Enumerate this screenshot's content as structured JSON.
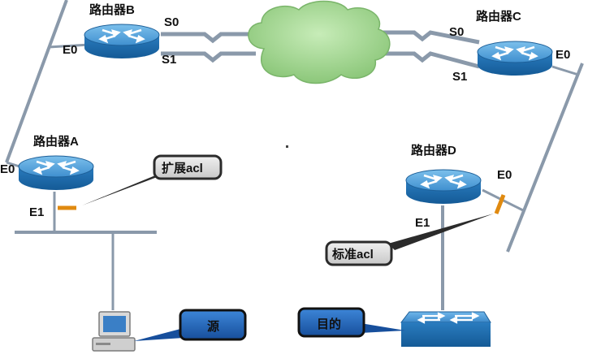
{
  "routers": {
    "a": {
      "name": "路由器A",
      "ports": [
        "E0",
        "E1"
      ]
    },
    "b": {
      "name": "路由器B",
      "ports": [
        "E0",
        "S0",
        "S1"
      ]
    },
    "c": {
      "name": "路由器C",
      "ports": [
        "S0",
        "S1",
        "E0"
      ]
    },
    "d": {
      "name": "路由器D",
      "ports": [
        "E0",
        "E1"
      ]
    }
  },
  "callouts": {
    "extended_acl": "扩展acl",
    "standard_acl": "标准acl",
    "source": "源",
    "destination": "目的"
  },
  "colors": {
    "router_top": "#5aa6dc",
    "router_side": "#1f6fb0",
    "link_gray": "#8a99aa",
    "acl_marker": "#e08a10",
    "callout_blue": "#1f62b5",
    "callout_dark": "#333333",
    "cloud": "#9ad08a"
  }
}
